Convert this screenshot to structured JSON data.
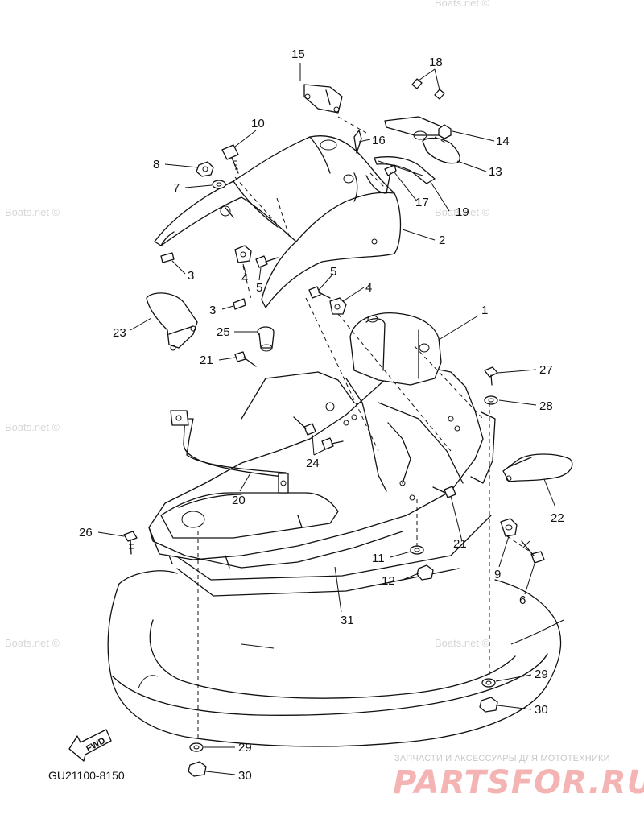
{
  "diagram": {
    "code": "GU21100-8150",
    "fwd_label": "FWD",
    "watermarks": [
      "Boats.net ©",
      "Boats.net ©",
      "Boats.net ©",
      "Boats.net ©",
      "Boats.net ©",
      "Boats.net ©"
    ],
    "brand": {
      "subtitle": "ЗАПЧАСТИ И АКСЕССУАРЫ ДЛЯ МОТОТЕХНИКИ",
      "name": "PARTSFOR.RU"
    },
    "callouts": [
      {
        "id": "c15",
        "label": "15"
      },
      {
        "id": "c18",
        "label": "18"
      },
      {
        "id": "c10",
        "label": "10"
      },
      {
        "id": "c16",
        "label": "16"
      },
      {
        "id": "c14",
        "label": "14"
      },
      {
        "id": "c8",
        "label": "8"
      },
      {
        "id": "c13",
        "label": "13"
      },
      {
        "id": "c7",
        "label": "7"
      },
      {
        "id": "c17",
        "label": "17"
      },
      {
        "id": "c19",
        "label": "19"
      },
      {
        "id": "c2",
        "label": "2"
      },
      {
        "id": "c3a",
        "label": "3"
      },
      {
        "id": "c4a",
        "label": "4"
      },
      {
        "id": "c5a",
        "label": "5"
      },
      {
        "id": "c5b",
        "label": "5"
      },
      {
        "id": "c4b",
        "label": "4"
      },
      {
        "id": "c3b",
        "label": "3"
      },
      {
        "id": "c1",
        "label": "1"
      },
      {
        "id": "c23",
        "label": "23"
      },
      {
        "id": "c25",
        "label": "25"
      },
      {
        "id": "c21a",
        "label": "21"
      },
      {
        "id": "c27",
        "label": "27"
      },
      {
        "id": "c28",
        "label": "28"
      },
      {
        "id": "c24",
        "label": "24"
      },
      {
        "id": "c20",
        "label": "20"
      },
      {
        "id": "c22",
        "label": "22"
      },
      {
        "id": "c26",
        "label": "26"
      },
      {
        "id": "c21b",
        "label": "21"
      },
      {
        "id": "c11",
        "label": "11"
      },
      {
        "id": "c9",
        "label": "9"
      },
      {
        "id": "c12",
        "label": "12"
      },
      {
        "id": "c6",
        "label": "6"
      },
      {
        "id": "c31",
        "label": "31"
      },
      {
        "id": "c29a",
        "label": "29"
      },
      {
        "id": "c30a",
        "label": "30"
      },
      {
        "id": "c29b",
        "label": "29"
      },
      {
        "id": "c30b",
        "label": "30"
      }
    ]
  }
}
